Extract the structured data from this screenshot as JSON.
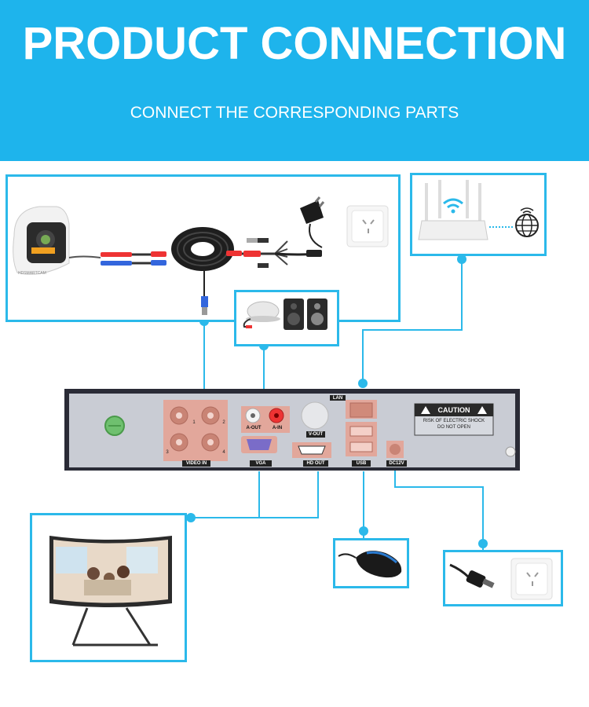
{
  "banner": {
    "title": "PRODUCT CONNECTION",
    "subtitle": "CONNECT THE CORRESPONDING PARTS"
  },
  "dvr_panel": {
    "port_labels": {
      "video_in": "VIDEO IN",
      "a_out": "A-OUT",
      "a_in": "A-IN",
      "v_out": "V-OUT",
      "vga": "VGA",
      "hdmi": "HD OUT",
      "lan": "LAN",
      "usb": "USB",
      "dc12v": "DC12V"
    },
    "bnc_numbers": [
      "1",
      "2",
      "3",
      "4"
    ],
    "warning": {
      "title": "CAUTION",
      "line1": "RISK OF ELECTRIC SHOCK",
      "line2": "DO NOT OPEN"
    }
  },
  "camera_brand_text": "HDSMARTCAM",
  "colors": {
    "accent": "#2bb9ea",
    "banner": "#1eb4ec",
    "panel": "#c9ccd4",
    "port_copper": "#e2a79b"
  },
  "icons": [
    "dome-camera",
    "bnc-cable-coil",
    "power-adapter",
    "wall-socket",
    "wifi-router",
    "globe",
    "microphone",
    "speakers",
    "monitor",
    "mouse",
    "dc-power-cable"
  ]
}
